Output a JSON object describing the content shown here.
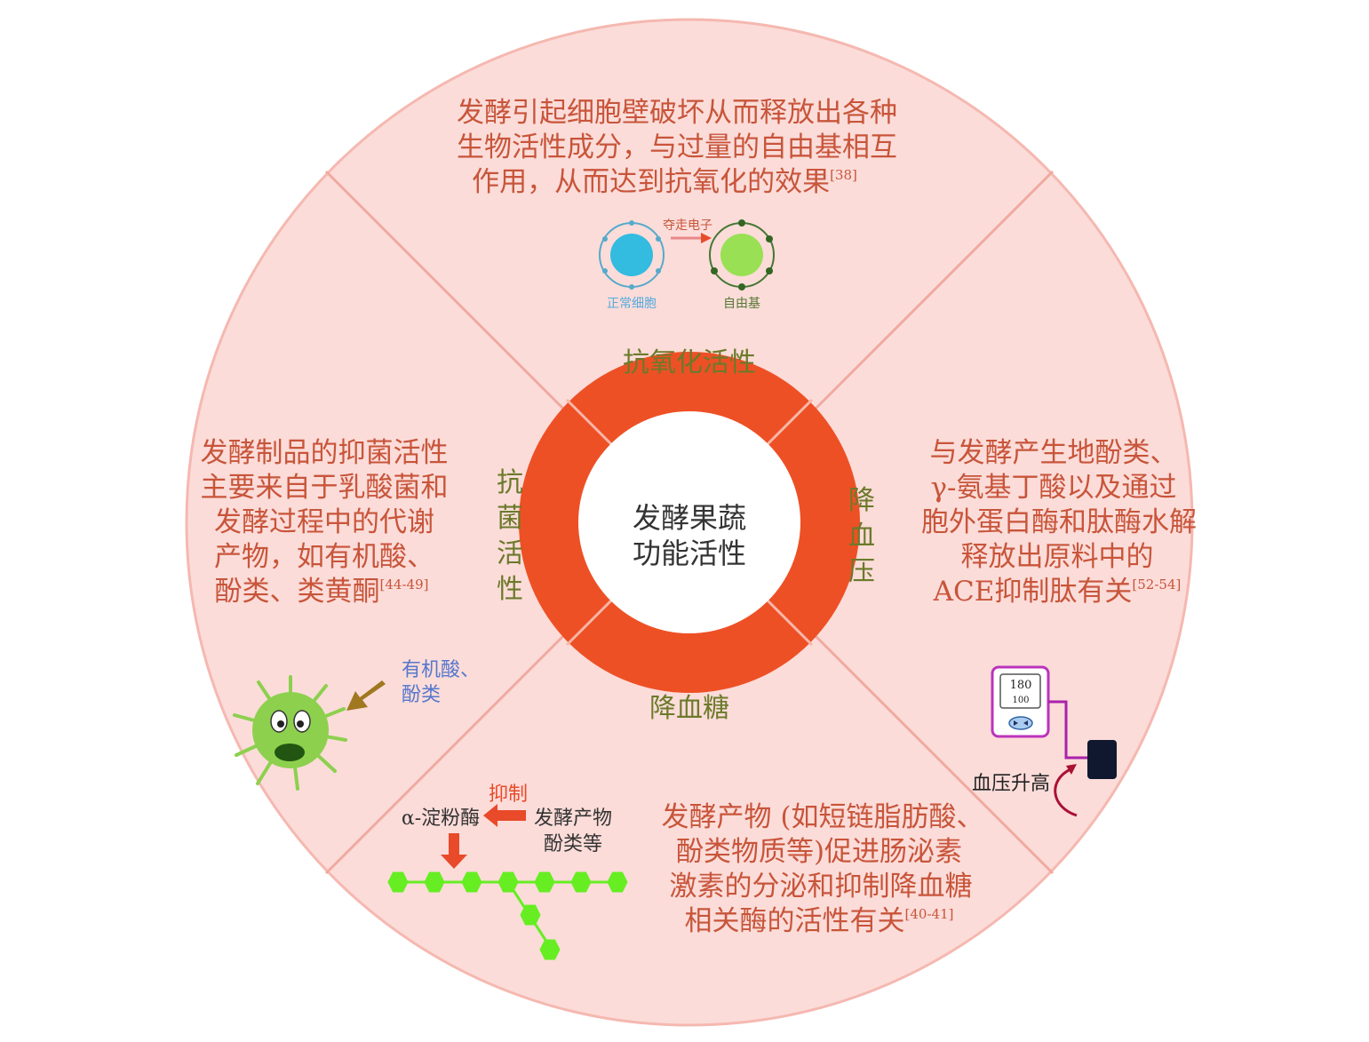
{
  "colors": {
    "outer_fill": "#fbdcd9",
    "outer_stroke": "#f5b8b0",
    "ring_fill": "#ee5025",
    "center_fill": "#ffffff",
    "quadrant_text": "#c8553a",
    "ring_label_text": "#6b7a2a",
    "hexagon_fill": "#66ee22",
    "bacteria_fill": "#8dd04e",
    "arrow_red": "#e84a2a",
    "arrow_brown": "#a07820",
    "label_blue": "#5577cc",
    "monitor_frame": "#bb33bb"
  },
  "center": {
    "line1": "发酵果蔬",
    "line2": "功能活性"
  },
  "ring_labels": {
    "top": "抗氧化活性",
    "bottom": "降血糖",
    "left": [
      "抗",
      "菌",
      "活",
      "性"
    ],
    "right": [
      "降",
      "血",
      "压"
    ]
  },
  "quadrants": {
    "top": {
      "lines": [
        "发酵引起细胞壁破坏从而释放出各种",
        "生物活性成分，与过量的自由基相互",
        "作用，从而达到抗氧化的效果"
      ],
      "ref": "[38]"
    },
    "left": {
      "lines": [
        "发酵制品的抑菌活性",
        "主要来自于乳酸菌和",
        "发酵过程中的代谢",
        "产物，如有机酸、",
        "酚类、类黄酮"
      ],
      "ref": "[44-49]"
    },
    "right": {
      "lines": [
        "与发酵产生地酚类、",
        "γ-氨基丁酸以及通过",
        "胞外蛋白酶和肽酶水解",
        "释放出原料中的",
        "ACE抑制肽有关"
      ],
      "ref": "[52-54]"
    },
    "bottom": {
      "lines": [
        "发酵产物 (如短链脂肪酸、",
        "酚类物质等)促进肠泌素",
        "激素的分泌和抑制降血糖",
        "相关酶的活性有关"
      ],
      "ref": "[40-41]"
    }
  },
  "antioxidant_icon": {
    "arrow_label": "夺走电子",
    "left_label": "正常细胞",
    "right_label": "自由基"
  },
  "antibacterial_icon": {
    "label_lines": [
      "有机酸、",
      "酚类"
    ]
  },
  "blood_pressure_icon": {
    "reading_top": "180",
    "reading_bottom": "100",
    "caption": "血压升高"
  },
  "blood_sugar_icon": {
    "inhibit_label": "抑制",
    "enzyme_label": "α-淀粉酶",
    "product_lines": [
      "发酵产物",
      "酚类等"
    ]
  }
}
